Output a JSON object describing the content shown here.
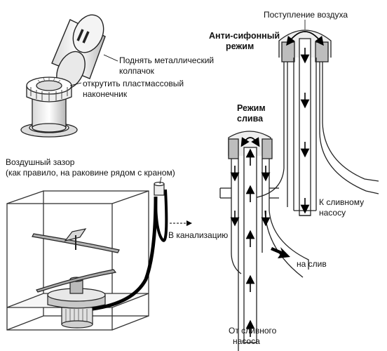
{
  "labels": {
    "lift_cap_1": "Поднять металлический",
    "lift_cap_2": "колпачок",
    "unscrew_1": "открутить пластмассовый",
    "unscrew_2": "наконечник",
    "air_gap_1": "Воздушный зазор",
    "air_gap_2": "(как правило, на раковине рядом с краном)",
    "to_sewer": "В канализацию",
    "air_inlet": "Поступление воздуха",
    "anti_siphon_1": "Анти-сифонный",
    "anti_siphon_2": "режим",
    "drain_mode_1": "Режим",
    "drain_mode_2": "слива",
    "to_pump_1": "К сливному",
    "to_pump_2": "насосу",
    "to_drain": "на слив",
    "from_pump_1": "От сливного",
    "from_pump_2": "насоса"
  }
}
